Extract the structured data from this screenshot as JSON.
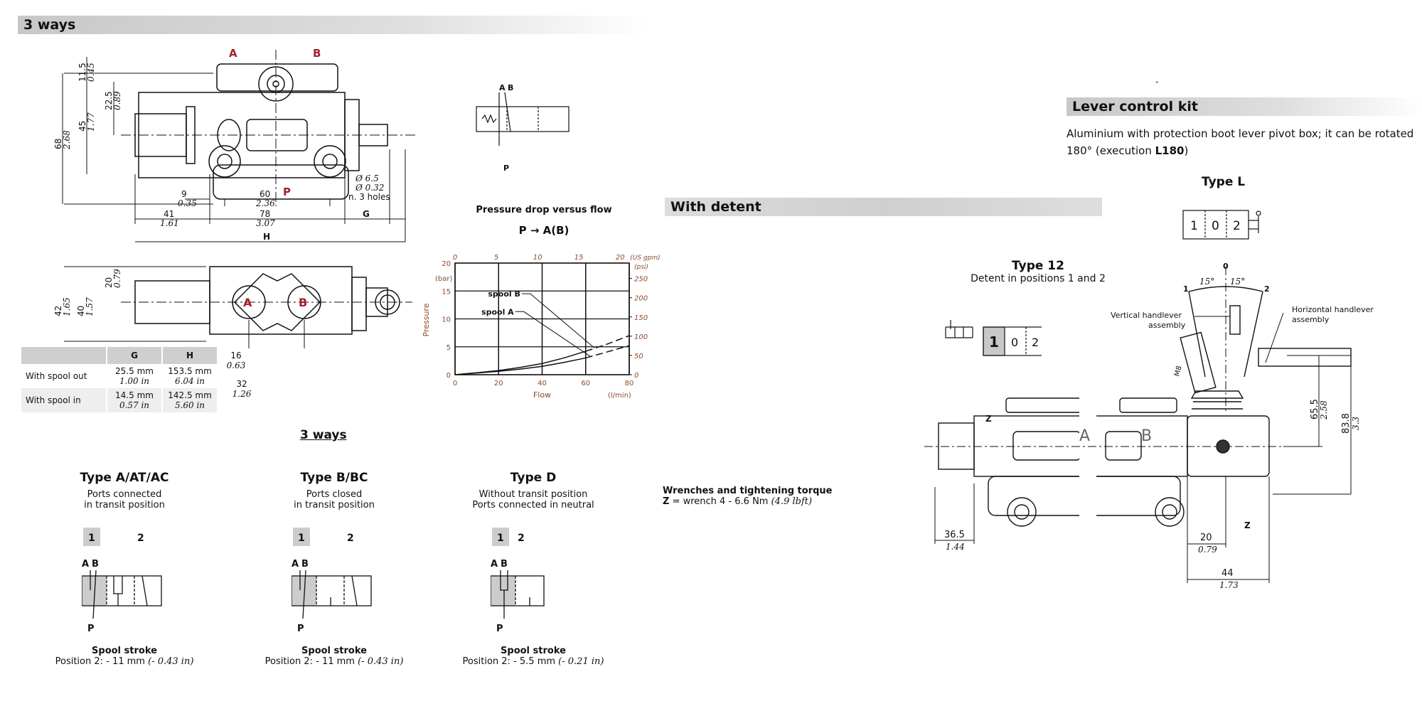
{
  "section_3ways": {
    "title": "3 ways"
  },
  "top_drawing": {
    "ports": [
      "A",
      "B",
      "P"
    ],
    "dims": {
      "d11_5": "11.5",
      "d0_45": "0.45",
      "d68": "68",
      "d2_68": "2.68",
      "d45": "45",
      "d1_77": "1.77",
      "d22_5": "22.5",
      "d0_89": "0.89",
      "d9": "9",
      "d0_35": "0.35",
      "d60": "60",
      "d2_36": "2.36",
      "d41": "41",
      "d1_61": "1.61",
      "d78": "78",
      "d3_07": "3.07",
      "G": "G",
      "H": "H",
      "hole_mm": "Ø 6.5",
      "hole_in": "Ø 0.32",
      "holes": "n. 3 holes"
    }
  },
  "side_drawing": {
    "ports": [
      "A",
      "B"
    ],
    "dims": {
      "d42": "42",
      "d1_65": "1.65",
      "d40": "40",
      "d1_57": "1.57",
      "d20": "20",
      "d0_79": "0.79",
      "d16": "16",
      "d0_63": "0.63",
      "d32": "32",
      "d1_26": "1.26"
    }
  },
  "gh_table": {
    "headers": [
      "",
      "G",
      "H"
    ],
    "rows": [
      {
        "label": "With spool out",
        "g_mm": "25.5 mm",
        "g_in": "1.00 in",
        "h_mm": "153.5 mm",
        "h_in": "6.04 in"
      },
      {
        "label": "With spool in",
        "g_mm": "14.5 mm",
        "g_in": "0.57 in",
        "h_mm": "142.5 mm",
        "h_in": "5.60 in"
      }
    ]
  },
  "symbol_small": {
    "a": "A",
    "b": "B",
    "p": "P"
  },
  "chart_data": {
    "type": "line",
    "title": "Pressure drop versus flow",
    "subtitle": "P → A(B)",
    "xlabel": "Flow",
    "xunit": "(l/min)",
    "xlim": [
      0,
      80
    ],
    "xticks": [
      0,
      20,
      40,
      60,
      80
    ],
    "ylabel": "Pressure",
    "yunit": "(bar)",
    "ylim": [
      0,
      20
    ],
    "yticks": [
      0,
      5,
      10,
      15,
      20
    ],
    "x2unit": "(US gpm)",
    "x2lim": [
      0,
      21.1
    ],
    "x2ticks": [
      0,
      5,
      10,
      15,
      20
    ],
    "y2unit": "(psi)",
    "y2lim": [
      0,
      290
    ],
    "y2ticks": [
      0,
      50,
      100,
      150,
      200,
      250
    ],
    "grid": true,
    "series": [
      {
        "name": "spool A",
        "x": [
          0,
          10,
          20,
          30,
          40,
          50,
          60,
          70,
          80
        ],
        "y": [
          0,
          0.3,
          0.6,
          1.0,
          1.5,
          2.2,
          3.0,
          4.1,
          5.2
        ],
        "dashed_from": 62
      },
      {
        "name": "spool B",
        "x": [
          0,
          10,
          20,
          30,
          40,
          50,
          60,
          70,
          80
        ],
        "y": [
          0,
          0.35,
          0.75,
          1.3,
          2.0,
          3.0,
          4.2,
          5.5,
          7.0
        ],
        "dashed_from": 66
      }
    ]
  },
  "ways_heading": "3 ways",
  "types": [
    {
      "title": "Type A/AT/AC",
      "line1": "Ports connected",
      "line2": "in transit position",
      "p1": "1",
      "p2": "2",
      "a": "A",
      "b": "B",
      "p": "P",
      "stroke_title": "Spool stroke",
      "stroke_text": "Position 2: - 11 mm",
      "stroke_in": "(- 0.43 in)"
    },
    {
      "title": "Type B/BC",
      "line1": "Ports closed",
      "line2": "in transit position",
      "p1": "1",
      "p2": "2",
      "a": "A",
      "b": "B",
      "p": "P",
      "stroke_title": "Spool stroke",
      "stroke_text": "Position 2: - 11 mm",
      "stroke_in": "(- 0.43 in)"
    },
    {
      "title": "Type D",
      "line1": "Without transit position",
      "line2": "Ports connected in neutral",
      "p1": "1",
      "p2": "2",
      "a": "A",
      "b": "B",
      "p": "P",
      "stroke_title": "Spool stroke",
      "stroke_text": "Position 2: - 5.5 mm",
      "stroke_in": "(- 0.21 in)"
    }
  ],
  "with_detent": {
    "title": "With detent"
  },
  "wrenches": {
    "title": "Wrenches and tightening torque",
    "z": "Z",
    "text": " = wrench 4 - 6.6 Nm ",
    "in": "(4.9 lbft)"
  },
  "lever": {
    "title": "Lever control kit",
    "desc": "Aluminium with protection boot lever pivot box; it can be rotated 180° (execution ",
    "desc_bold": "L180",
    "desc_end": ")",
    "type_l": "Type L",
    "type_l_positions": [
      "1",
      "0",
      "2"
    ],
    "type12": "Type 12",
    "type12_desc": "Detent in positions 1 and 2",
    "type12_positions": [
      "1",
      "0",
      "2"
    ],
    "angle_labels": {
      "zero": "0",
      "one": "1",
      "two": "2",
      "a1": "15°",
      "a2": "15°"
    },
    "vertical": "Vertical handlever\nassembly",
    "vertical1": "Vertical handlever",
    "vertical2": "assembly",
    "horizontal1": "Horizontal handlever",
    "horizontal2": "assembly",
    "dims": {
      "m8": "M8",
      "d65_5": "65.5",
      "d2_58": "2.58",
      "d83_8": "83.8",
      "d3_3": "3.3",
      "d36_5": "36.5",
      "d1_44": "1.44",
      "d20": "20",
      "d0_79": "0.79",
      "d44": "44",
      "d1_73": "1.73",
      "z": "Z"
    },
    "ports": [
      "A",
      "B"
    ]
  },
  "colors": {
    "port_red": "#a3212b",
    "header_gray": "#c8c8c8",
    "dim_blue": "#2a3a6a"
  }
}
